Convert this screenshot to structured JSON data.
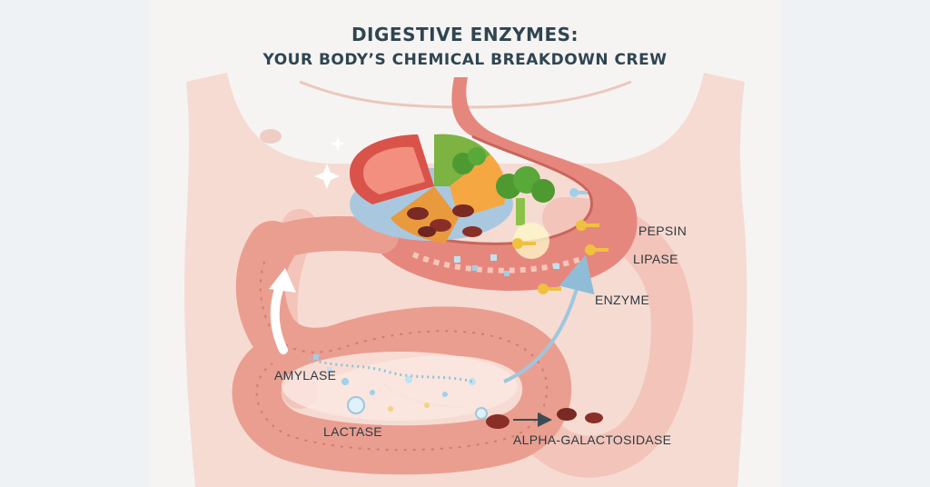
{
  "title": {
    "line1": "DIGESTIVE ENZYMES:",
    "line2": "YOUR BODY’S CHEMICAL BREAKDOWN CREW"
  },
  "labels": {
    "pepsin": "PEPSIN",
    "lipase": "LIPASE",
    "enzyme": "ENZYME",
    "amylase": "AMYLASE",
    "lactase": "LACTASE",
    "alpha_galactosidase": "ALPHA-GALACTOSIDASE"
  },
  "colors": {
    "background": "#eef2f4",
    "panel": "#f6f4f2",
    "skin": "#f3c8bd",
    "stomach": "#e5837a",
    "intestine": "#e99a8c",
    "title": "#2f4552",
    "arrow": "#9fc6dd",
    "enzyme_key": "#f0c040"
  },
  "icons": [
    "meat-steak-icon",
    "broccoli-icon",
    "kidney-bean-icon",
    "enzyme-key-icon",
    "sparkle-icon",
    "flow-arrow-icon"
  ]
}
